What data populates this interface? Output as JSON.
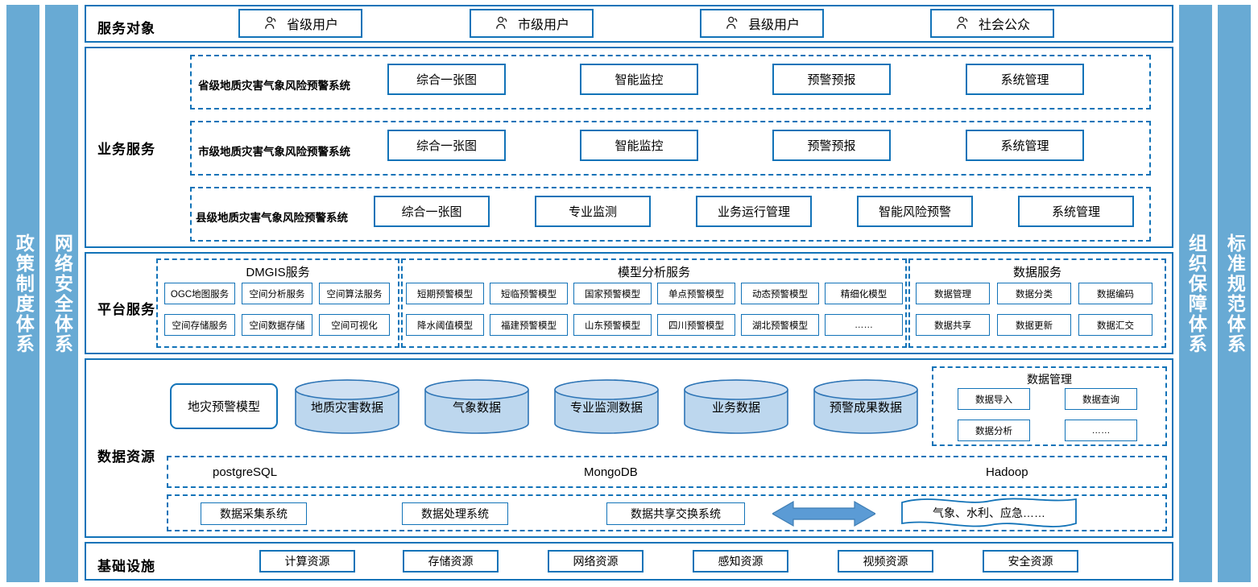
{
  "side_bars": {
    "left": [
      {
        "name": "policy-system",
        "label": "政策制度体系"
      },
      {
        "name": "network-security-system",
        "label": "网络安全体系"
      }
    ],
    "right": [
      {
        "name": "organization-guarantee-system",
        "label": "组织保障体系"
      },
      {
        "name": "standard-specification-system",
        "label": "标准规范体系"
      }
    ]
  },
  "service_objects": {
    "label": "服务对象",
    "items": [
      {
        "label": "省级用户",
        "icon": "user-icon"
      },
      {
        "label": "市级用户",
        "icon": "user-icon"
      },
      {
        "label": "县级用户",
        "icon": "user-icon"
      },
      {
        "label": "社会公众",
        "icon": "user-icon"
      }
    ]
  },
  "business_services": {
    "label": "业务服务",
    "rows": [
      {
        "system": "省级地质灾害气象风险预警系统",
        "modules": [
          "综合一张图",
          "智能监控",
          "预警预报",
          "系统管理"
        ]
      },
      {
        "system": "市级地质灾害气象风险预警系统",
        "modules": [
          "综合一张图",
          "智能监控",
          "预警预报",
          "系统管理"
        ]
      },
      {
        "system": "县级地质灾害气象风险预警系统",
        "modules": [
          "综合一张图",
          "专业监测",
          "业务运行管理",
          "智能风险预警",
          "系统管理"
        ]
      }
    ]
  },
  "platform_services": {
    "label": "平台服务",
    "groups": [
      {
        "title": "DMGIS服务",
        "row1": [
          "OGC地图服务",
          "空间分析服务",
          "空间算法服务"
        ],
        "row2": [
          "空间存储服务",
          "空间数据存储",
          "空间可视化"
        ]
      },
      {
        "title": "模型分析服务",
        "row1": [
          "短期预警模型",
          "短临预警模型",
          "国家预警模型",
          "单点预警模型",
          "动态预警模型",
          "精细化模型"
        ],
        "row2": [
          "降水阈值模型",
          "福建预警模型",
          "山东预警模型",
          "四川预警模型",
          "湖北预警模型",
          "……"
        ]
      },
      {
        "title": "数据服务",
        "row1": [
          "数据管理",
          "数据分类",
          "数据编码"
        ],
        "row2": [
          "数据共享",
          "数据更新",
          "数据汇交"
        ]
      }
    ]
  },
  "data_resources": {
    "label": "数据资源",
    "model_box": "地灾预警模型",
    "cylinders": [
      "地质灾害数据",
      "气象数据",
      "专业监测数据",
      "业务数据",
      "预警成果数据"
    ],
    "data_management": {
      "title": "数据管理",
      "items": [
        "数据导入",
        "数据查询",
        "数据分析",
        "……"
      ]
    },
    "databases": [
      "postgreSQL",
      "MongoDB",
      "Hadoop"
    ],
    "systems": [
      "数据采集系统",
      "数据处理系统",
      "数据共享交换系统"
    ],
    "external": "气象、水利、应急……",
    "exchange_icon": "double-arrow-icon"
  },
  "infrastructure": {
    "label": "基础设施",
    "items": [
      "计算资源",
      "存储资源",
      "网络资源",
      "感知资源",
      "视频资源",
      "安全资源"
    ]
  },
  "colors": {
    "bar_blue": "#68AAD4",
    "border_blue": "#1273B8",
    "cylinder_fill": "#BDD7EE",
    "cylinder_stroke": "#2E75B6",
    "arrow_fill": "#5B9BD5"
  }
}
